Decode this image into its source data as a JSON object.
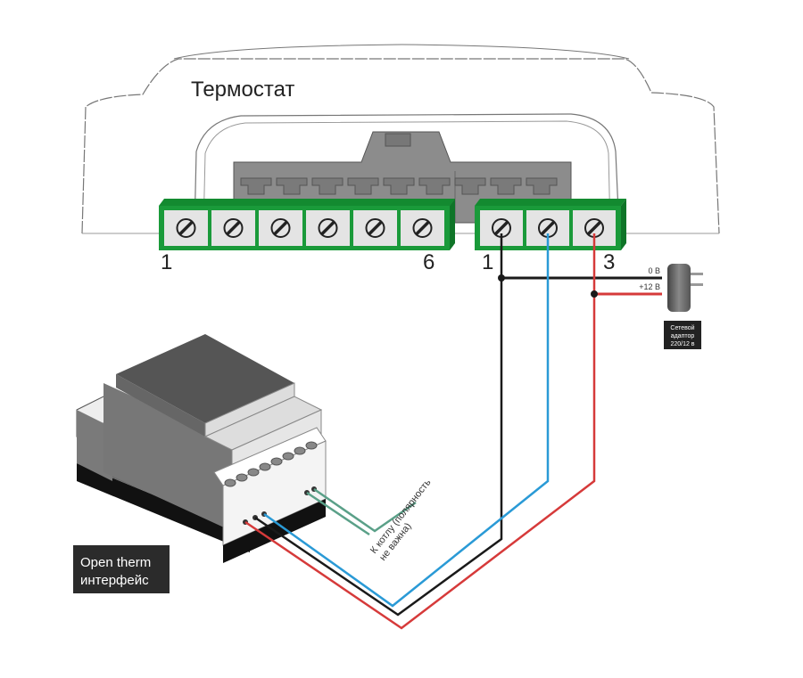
{
  "thermostat": {
    "title": "Термостат",
    "left_block": {
      "terminal_count": 6,
      "start_label": "1",
      "end_label": "6"
    },
    "right_block": {
      "terminal_count": 3,
      "start_label": "1",
      "end_label": "3"
    }
  },
  "adapter": {
    "label_line1": "Сетевой",
    "label_line2": "адаптор",
    "label_line3": "220/12 в",
    "wire_0v_label": "0 В",
    "wire_12v_label": "+12 В"
  },
  "interface": {
    "label_line1": "Open therm",
    "label_line2": "интерфейс"
  },
  "boiler_note": {
    "line1": "К котлу (полярность",
    "line2": "не важна)"
  },
  "colors": {
    "terminal_green": "#1a9a3a",
    "terminal_face": "#e4e4e4",
    "wire_black": "#1a1a1a",
    "wire_blue": "#2a9ad6",
    "wire_red": "#d63a3a",
    "wire_green": "#5aa088",
    "connector_gray": "#8c8c8c"
  }
}
